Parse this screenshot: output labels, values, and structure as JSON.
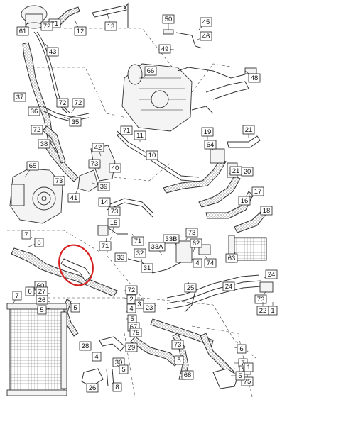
{
  "diagram": {
    "highlight_color": "#d62020",
    "labels": [
      "61",
      "71",
      "12",
      "13",
      "50",
      "45",
      "46",
      "49",
      "48",
      "72",
      "43",
      "66",
      "37",
      "36",
      "35",
      "72",
      "72",
      "72",
      "71",
      "11",
      "10",
      "19",
      "21",
      "64",
      "38",
      "42",
      "73",
      "40",
      "20",
      "21",
      "39",
      "41",
      "65",
      "73",
      "14",
      "73",
      "17",
      "16",
      "18",
      "15",
      "71",
      "33B",
      "73",
      "7",
      "8",
      "71",
      "33A",
      "32",
      "62",
      "4",
      "33",
      "31",
      "74",
      "63",
      "24",
      "25",
      "6",
      "60",
      "7",
      "27",
      "26",
      "5",
      "72",
      "5",
      "2",
      "3",
      "23",
      "24",
      "73",
      "22",
      "1",
      "4",
      "5",
      "67",
      "75",
      "28",
      "29",
      "30",
      "5",
      "4",
      "26",
      "8",
      "6",
      "7",
      "73",
      "75",
      "73",
      "5",
      "68",
      "5",
      "1",
      "3"
    ]
  }
}
